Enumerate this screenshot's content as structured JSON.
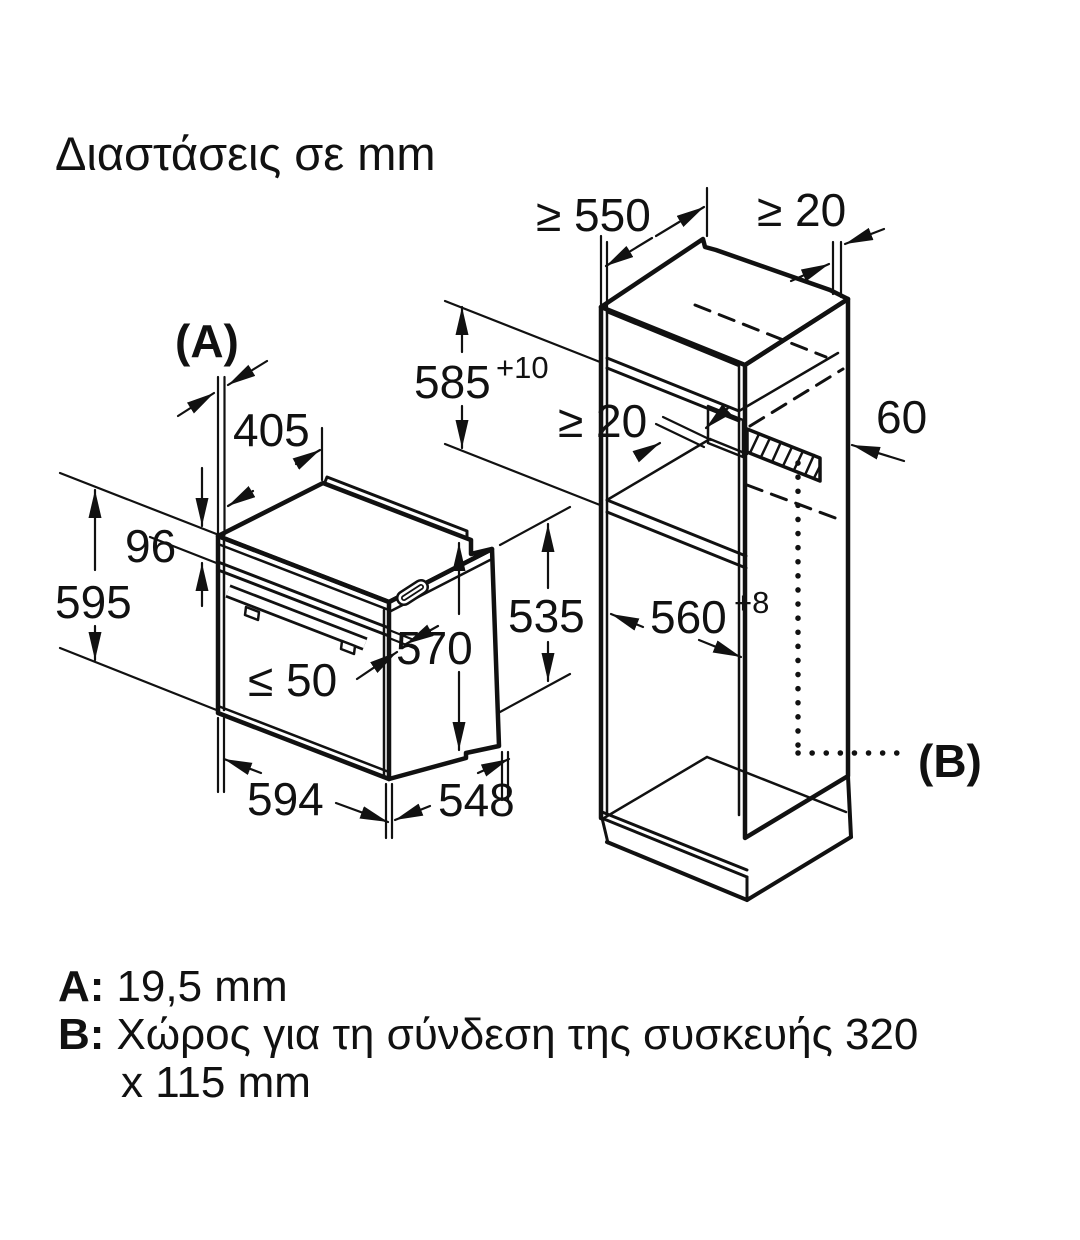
{
  "header": {
    "title": "Διαστάσεις σε mm"
  },
  "units": "mm",
  "labels": {
    "a_ref": "(A)",
    "b_ref": "(B)",
    "d405": "405",
    "d96": "96",
    "d595": "595",
    "d50": "≤ 50",
    "d570": "570",
    "d594": "594",
    "d548": "548",
    "d535": "535",
    "d550": "≥ 550",
    "d20_top": "≥ 20",
    "d585": "585",
    "d585_sup": "+10",
    "d20_mid": "≥ 20",
    "d60": "60",
    "d560": "560",
    "d560_sup": "+8"
  },
  "notes": {
    "a_label": "A:",
    "a_text": "19,5 mm",
    "b_label": "B:",
    "b_text": "Χώρος για τη σύνδεση της συσκευής 320",
    "b_text2": "x 115 mm"
  },
  "colors": {
    "line": "#111111",
    "background": "#ffffff"
  }
}
